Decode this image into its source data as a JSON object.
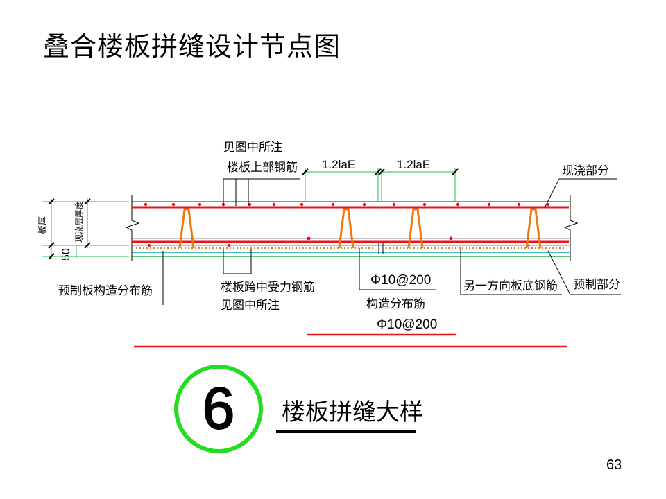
{
  "slide": {
    "title": "叠合楼板拼缝设计节点图",
    "page_number": "63"
  },
  "diagram": {
    "labels": {
      "top_note_line1": "见图中所注",
      "top_note_line2": "楼板上部钢筋",
      "dim1": "1.2laE",
      "dim2": "1.2laE",
      "cast_in_place": "现浇部分",
      "slab_thickness": "板厚",
      "cast_layer_thickness": "现浇层厚度",
      "dim_50": "50",
      "precast_dist_bar": "预制板构造分布筋",
      "span_bar_line1": "楼板跨中受力钢筋",
      "span_bar_line2": "见图中所注",
      "phi_bar_1": "Φ10@200",
      "struct_dist_bar": "构造分布筋",
      "phi_bar_2": "Φ10@200",
      "other_dir_bar": "另一方向板底钢筋",
      "precast_part": "预制部分"
    },
    "detail": {
      "number": "6",
      "title": "楼板拼缝大样"
    },
    "colors": {
      "rebar_red": "#e8141c",
      "truss_orange": "#f07a10",
      "slab_outline_purple": "#9c46b8",
      "precast_cyan": "#3fbcc8",
      "ground_green": "#25b84c",
      "circle_green": "#22dd22",
      "black": "#000000"
    }
  }
}
